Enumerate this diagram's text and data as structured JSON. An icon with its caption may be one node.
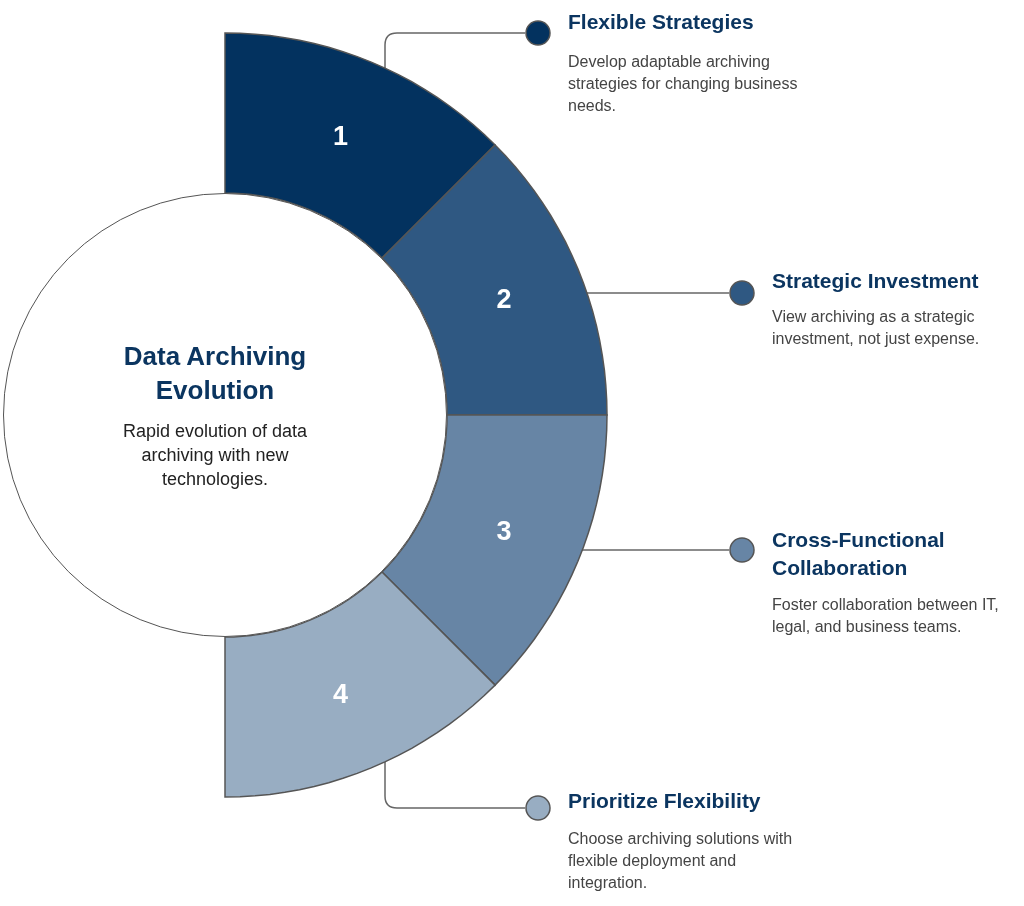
{
  "diagram": {
    "nodes": [
      {
        "text": [
          "Data Archiving Evolution",
          "Rapid evolution of data archiving with new technologies."
        ]
      },
      {
        "text": [
          "1"
        ]
      },
      {
        "text": [
          "2"
        ]
      },
      {
        "text": [
          "3"
        ]
      },
      {
        "text": [
          "4"
        ]
      },
      {
        "text": [],
        "shape": "circle",
        "beside": [
          "Flexible Strategies",
          "Develop adaptable archiving strategies for changing business needs."
        ]
      },
      {
        "text": [],
        "shape": "circle",
        "beside": [
          "Strategic Investment",
          "View archiving as a strategic investment, not just expense."
        ]
      },
      {
        "text": [],
        "shape": "circle",
        "beside": [
          "Cross-Functional Collaboration",
          "Foster collaboration between IT, legal, and business teams."
        ]
      },
      {
        "text": [],
        "shape": "circle",
        "beside": [
          "Prioritize Flexibility",
          "Choose archiving solutions with flexible deployment and integration."
        ]
      }
    ],
    "edges": [
      {
        "from": 1,
        "to": 5,
        "arrow": "none"
      },
      {
        "from": 2,
        "to": 6,
        "arrow": "none"
      },
      {
        "from": 3,
        "to": 7,
        "arrow": "none"
      },
      {
        "from": 4,
        "to": 8,
        "arrow": "none"
      }
    ]
  }
}
